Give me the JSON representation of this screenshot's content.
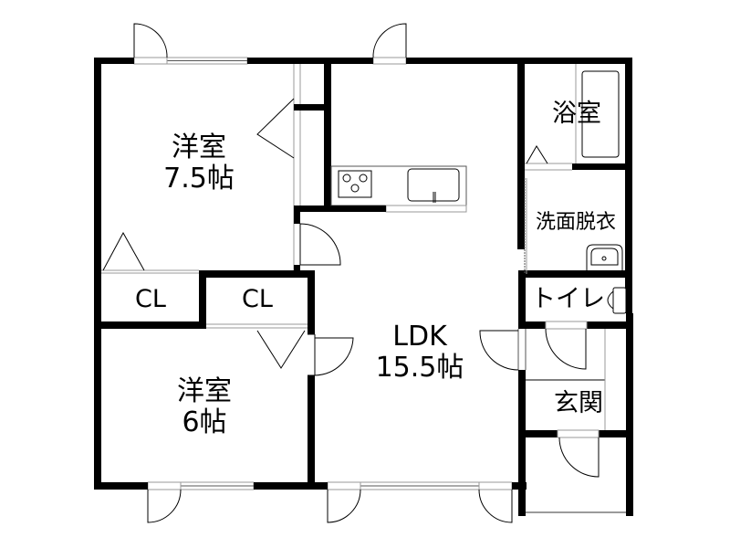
{
  "floor_plan": {
    "colors": {
      "wall": "#000000",
      "line": "#000000",
      "thin_gray": "#9a9a9a",
      "background": "#ffffff"
    },
    "rooms": [
      {
        "id": "western-room-1",
        "name": "洋室",
        "size": "7.5帖"
      },
      {
        "id": "closet-1",
        "name": "CL"
      },
      {
        "id": "closet-2",
        "name": "CL"
      },
      {
        "id": "western-room-2",
        "name": "洋室",
        "size": "6帖"
      },
      {
        "id": "ldk",
        "name": "LDK",
        "size": "15.5帖"
      },
      {
        "id": "bathroom",
        "name": "浴室"
      },
      {
        "id": "washroom",
        "name": "洗面脱衣"
      },
      {
        "id": "toilet",
        "name": "トイレ"
      },
      {
        "id": "entrance",
        "name": "玄関"
      }
    ]
  }
}
